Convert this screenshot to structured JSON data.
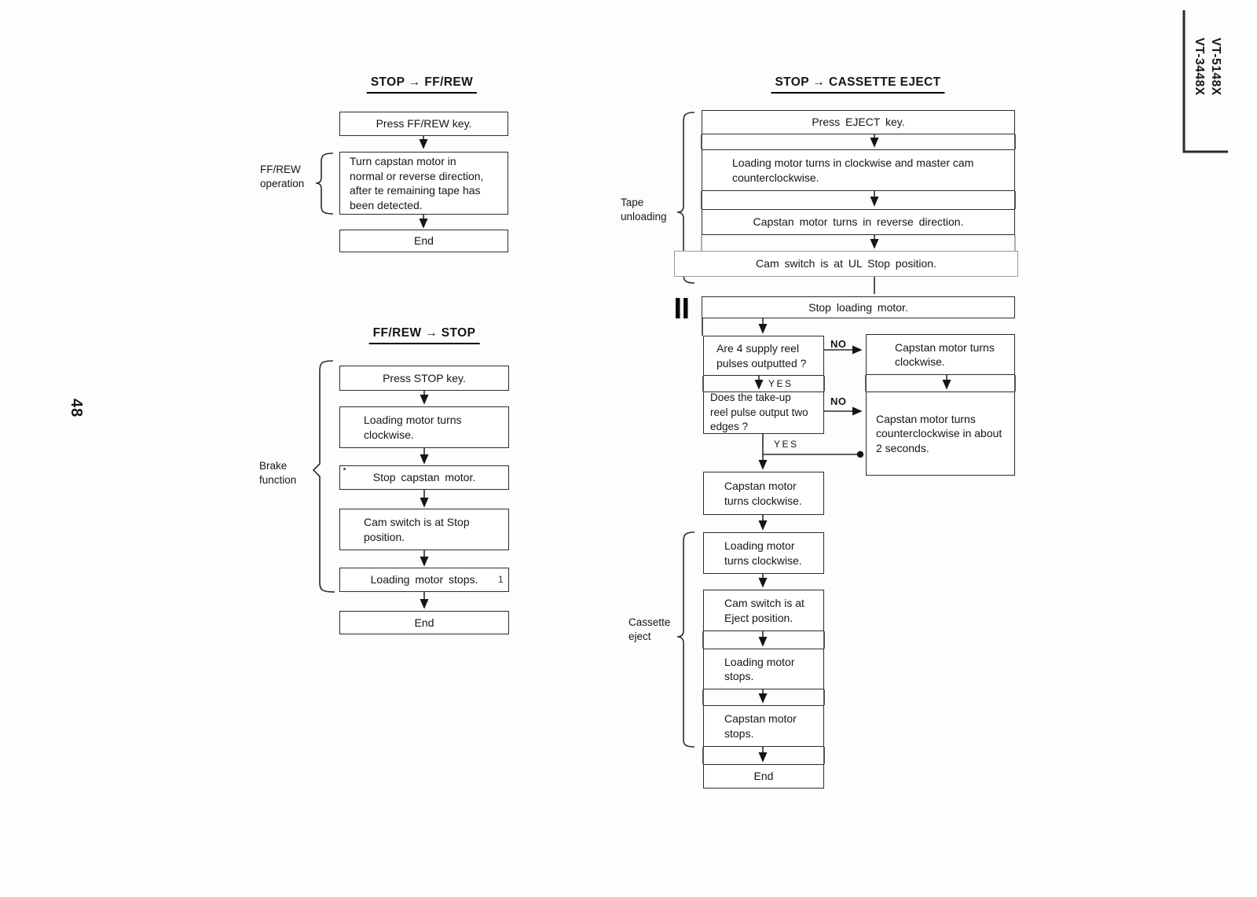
{
  "page": {
    "number": "48"
  },
  "corner": {
    "models": [
      "VT-3448X",
      "VT-5148X"
    ]
  },
  "c1": {
    "title": "STOP → FF/REW",
    "label": "FF/REW\noperation",
    "b_press": "Press FF/REW key.",
    "b_turn": "Turn capstan motor in\nnormal or reverse direction,\nafter te remaining tape has\nbeen detected.",
    "b_end": "End"
  },
  "c2": {
    "title": "FF/REW → STOP",
    "label": "Brake\nfunction",
    "b_press": "Press STOP key.",
    "b_loading": "Loading motor turns\nclockwise.",
    "b_stop_capstan": "Stop capstan motor.",
    "b_cam": "Cam switch is at Stop\nposition.",
    "b_loading_stops": "Loading motor stops.",
    "b_end": "End",
    "artifact": "1"
  },
  "c3": {
    "title": "STOP → CASSETTE EJECT",
    "label_tape": "Tape\nunloading",
    "label_cassette": "Cassette\neject",
    "b_press": "Press EJECT key.",
    "b_loading_master": "Loading motor turns in clockwise and master cam\ncounterclockwise.",
    "b_capstan_reverse": "Capstan motor turns in reverse direction.",
    "b_cam_ul": "Cam switch is at UL Stop position.",
    "b_stop_loading": "Stop loading motor.",
    "q_supply": "Are 4 supply reel\npulses outputted ?",
    "no1": "NO",
    "yes1": "YES",
    "b_capstan_cw": "Capstan motor turns\nclockwise.",
    "q_takeup": "Does the take-up\nreel pulse output two\nedges ?",
    "no2": "NO",
    "yes2": "YES",
    "b_capstan_ccw": "Capstan motor turns\ncounterclockwise in about\n2 seconds.",
    "b_capstan_cw2": "Capstan motor\nturns clockwise.",
    "b_loading_cw": "Loading motor\nturns clockwise.",
    "b_cam_eject": "Cam switch is at\nEject position.",
    "b_loading_stops": "Loading motor\nstops.",
    "b_capstan_stops": "Capstan motor\nstops.",
    "b_end": "End"
  }
}
